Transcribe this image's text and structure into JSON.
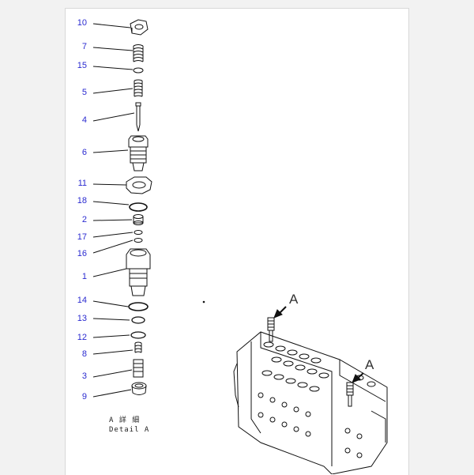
{
  "callouts": [
    {
      "id": "10",
      "label": "10"
    },
    {
      "id": "7",
      "label": "7"
    },
    {
      "id": "15",
      "label": "15"
    },
    {
      "id": "5",
      "label": "5"
    },
    {
      "id": "4",
      "label": "4"
    },
    {
      "id": "6",
      "label": "6"
    },
    {
      "id": "11",
      "label": "11"
    },
    {
      "id": "18",
      "label": "18"
    },
    {
      "id": "2",
      "label": "2"
    },
    {
      "id": "17",
      "label": "17"
    },
    {
      "id": "16",
      "label": "16"
    },
    {
      "id": "1",
      "label": "1"
    },
    {
      "id": "14",
      "label": "14"
    },
    {
      "id": "13",
      "label": "13"
    },
    {
      "id": "12",
      "label": "12"
    },
    {
      "id": "8",
      "label": "8"
    },
    {
      "id": "3",
      "label": "3"
    },
    {
      "id": "9",
      "label": "9"
    }
  ],
  "caption": {
    "line1": "A 詳 細",
    "line2": "Detail A"
  },
  "view_labels": {
    "upper": "A",
    "lower": "A"
  },
  "colors": {
    "callout_text": "#2a2ad0",
    "line": "#111111"
  }
}
